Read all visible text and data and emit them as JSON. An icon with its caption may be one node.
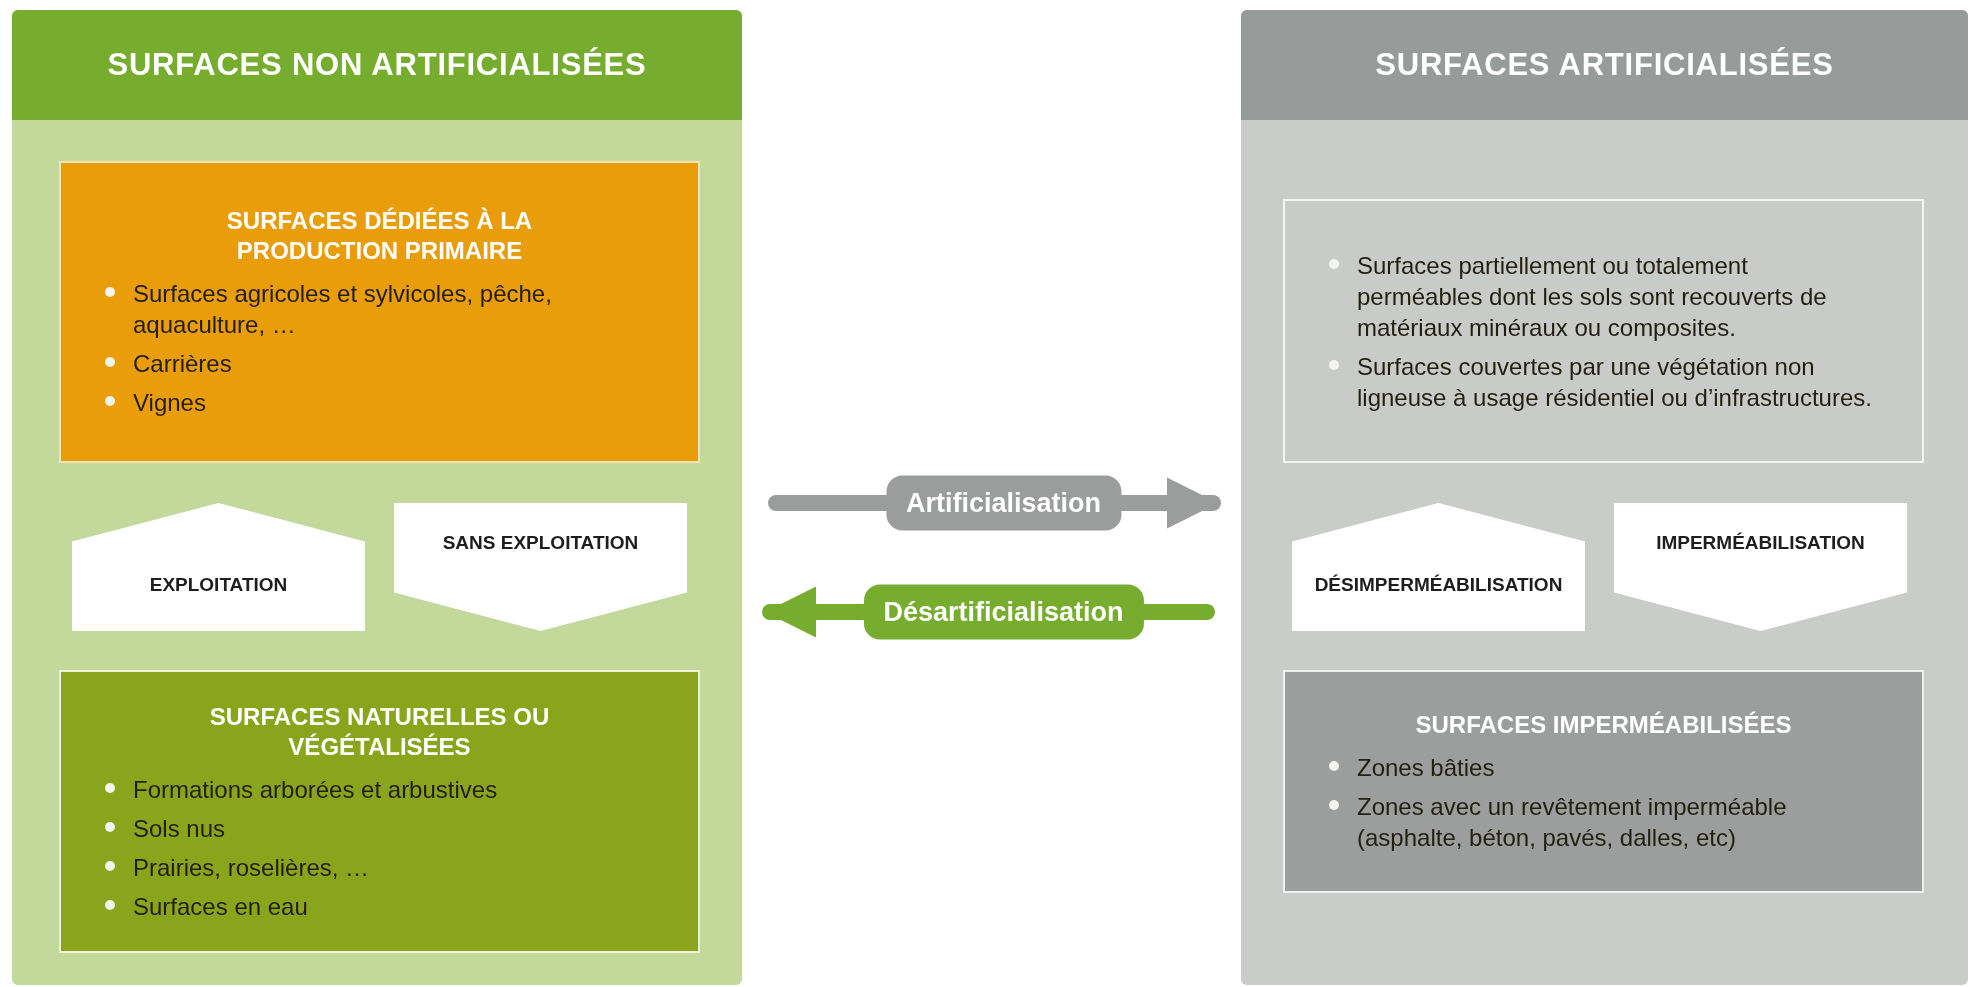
{
  "diagram": {
    "nodes": [
      {
        "text": [
          "SURFACES NON ARTIFICIALISÉES"
        ]
      },
      {
        "text": [
          "SURFACES DÉDIÉES À LA PRODUCTION PRIMAIRE",
          "Surfaces agricoles et sylvicoles, pêche, aquaculture, …",
          "Carrières",
          "Vignes"
        ],
        "in": 0
      },
      {
        "text": [
          "EXPLOITATION"
        ],
        "in": 0
      },
      {
        "text": [
          "SANS EXPLOITATION"
        ],
        "in": 0
      },
      {
        "text": [
          "SURFACES NATURELLES OU VÉGÉTALISÉES",
          "Formations arborées et arbustives",
          "Sols nus",
          "Prairies, roselières, …",
          "Surfaces en eau"
        ],
        "in": 0
      },
      {
        "text": [
          "SURFACES ARTIFICIALISÉES"
        ]
      },
      {
        "text": [
          "Surfaces partiellement ou totalement perméables dont les sols sont recouverts de matériaux minéraux ou composites.",
          "Surfaces couvertes par une végétation non ligneuse à usage résidentiel ou d’infrastructures."
        ],
        "in": 5
      },
      {
        "text": [
          "DÉSIMPERMÉABILISATION"
        ],
        "in": 5
      },
      {
        "text": [
          "IMPERMÉABILISATION"
        ],
        "in": 5
      },
      {
        "text": [
          "SURFACES IMPERMÉABILISÉES",
          "Zones bâties",
          "Zones avec un revêtement imperméable (asphalte, béton, pavés, dalles, etc)"
        ],
        "in": 5
      }
    ],
    "edges": [
      {
        "from": 0,
        "to": 5,
        "arrow": "to",
        "label": "Artificialisation",
        "color": "#9a9d9b"
      },
      {
        "from": 5,
        "to": 0,
        "arrow": "to",
        "label": "Désartificialisation",
        "color": "#76ad2e"
      }
    ]
  }
}
